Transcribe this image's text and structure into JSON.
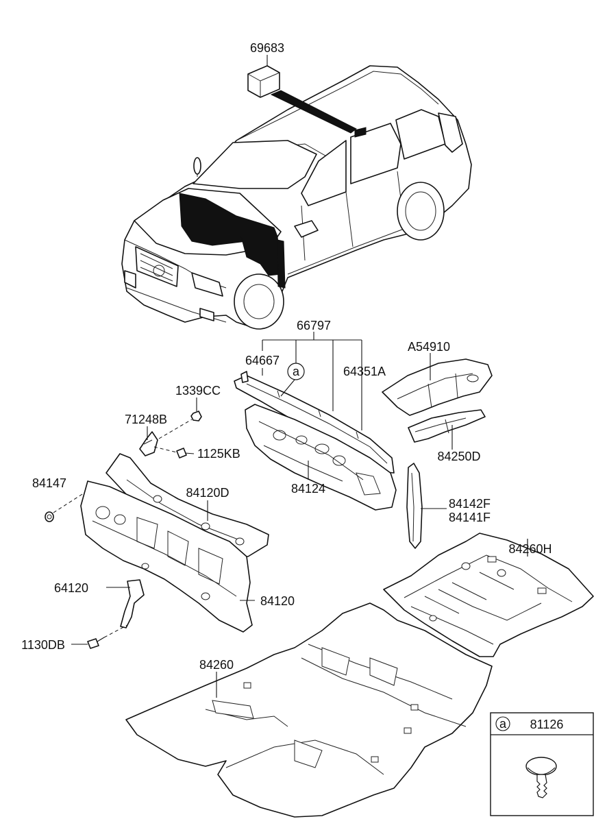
{
  "parts": {
    "p69683": "69683",
    "p66797": "66797",
    "p64667": "64667",
    "p64351A": "64351A",
    "pA54910": "A54910",
    "p1339CC": "1339CC",
    "p71248B": "71248B",
    "p1125KB": "1125KB",
    "p84147": "84147",
    "p84120D": "84120D",
    "p84124": "84124",
    "p84250D": "84250D",
    "p84142F": "84142F",
    "p84141F": "84141F",
    "p84260H": "84260H",
    "p64120": "64120",
    "p84120": "84120",
    "p1130DB": "1130DB",
    "p84260": "84260"
  },
  "callout": {
    "marker": "a",
    "legend_marker": "a",
    "legend_part": "81126"
  }
}
